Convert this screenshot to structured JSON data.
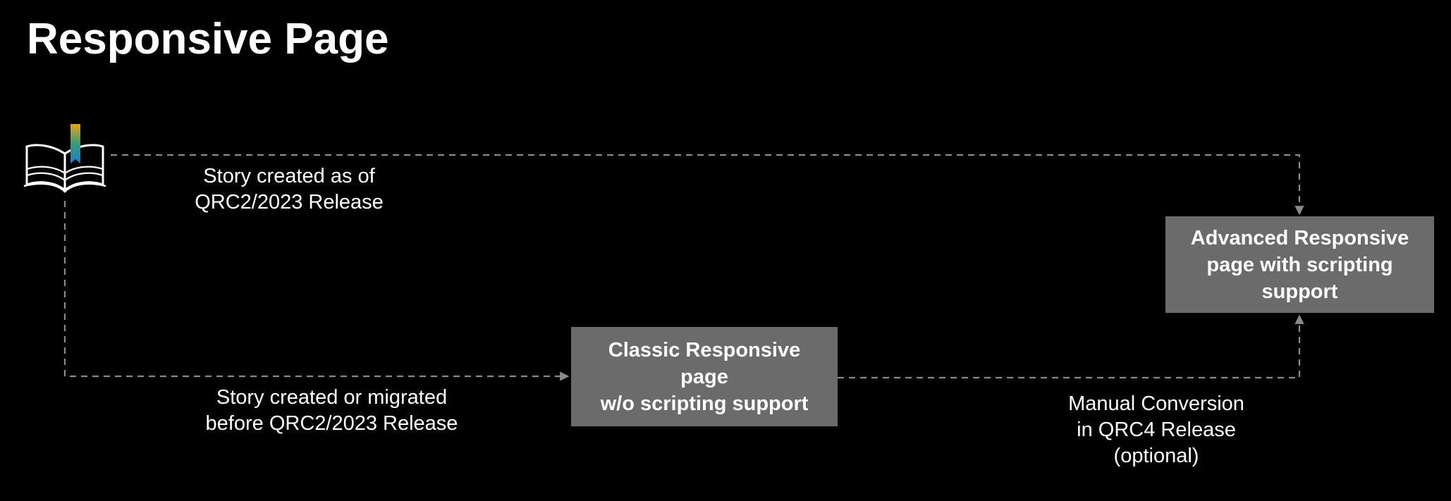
{
  "title": "Responsive Page",
  "nodes": {
    "advanced": {
      "lines": [
        "Advanced Responsive",
        "page with scripting",
        "support"
      ]
    },
    "classic": {
      "lines": [
        "Classic Responsive",
        "page",
        "w/o scripting support"
      ]
    }
  },
  "edges": {
    "story_to_advanced": {
      "lines": [
        "Story created as of",
        "QRC2/2023 Release"
      ]
    },
    "story_to_classic": {
      "lines": [
        "Story created or migrated",
        "before QRC2/2023 Release"
      ]
    },
    "classic_to_advanced": {
      "lines": [
        "Manual Conversion",
        "in QRC4 Release",
        "(optional)"
      ]
    }
  },
  "icons": {
    "story": "open-book-icon"
  },
  "colors": {
    "background": "#000000",
    "box_fill": "#6b6b6b",
    "connector": "#8a8a8a",
    "text": "#ffffff",
    "bookmark_top": "#e8a317",
    "bookmark_mid": "#3a9a7a",
    "bookmark_bottom": "#1a7fd0"
  }
}
